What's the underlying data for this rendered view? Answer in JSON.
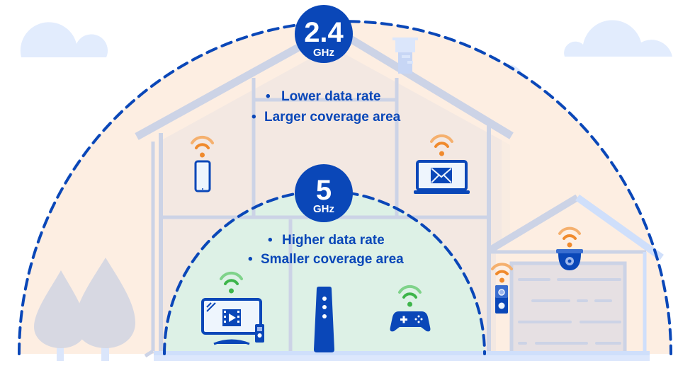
{
  "diagram": {
    "title": "Wi-Fi frequency band coverage comparison",
    "bands": [
      {
        "id": "band-2-4",
        "value": "2.4",
        "unit": "GHz",
        "bullets": [
          "Lower data rate",
          "Larger coverage area"
        ],
        "coverage_fill": "#fdeee2",
        "devices": [
          "smartphone",
          "laptop-email",
          "video-doorbell",
          "security-camera"
        ],
        "signal_color": "#f08a2c"
      },
      {
        "id": "band-5",
        "value": "5",
        "unit": "GHz",
        "bullets": [
          "Higher data rate",
          "Smaller coverage area"
        ],
        "coverage_fill": "#ddf1e6",
        "devices": [
          "smart-tv",
          "router",
          "game-controller"
        ],
        "signal_color": "#3db54a"
      }
    ],
    "bullet_glyph": "•",
    "colors": {
      "accent": "#0a47b8",
      "house_frame": "#ccd3e6",
      "cloud": "#e2ecfd",
      "ground": "#cfdffb",
      "tree": "#d7d8e2"
    }
  }
}
